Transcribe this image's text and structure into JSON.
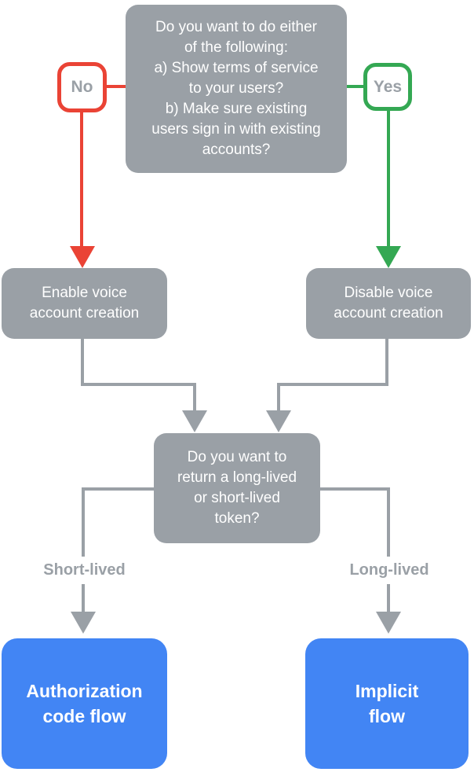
{
  "colors": {
    "gray": "#9AA0A6",
    "red": "#EA4335",
    "green": "#34A853",
    "blue": "#4285F4",
    "labeltext": "#9AA0A6",
    "white": "#FFFFFF"
  },
  "nodes": {
    "question1": "Do you want to do either\nof the following:\na) Show terms of service\nto your users?\nb) Make sure existing\nusers sign in with existing\naccounts?",
    "no": "No",
    "yes": "Yes",
    "enable_voice": "Enable voice\naccount creation",
    "disable_voice": "Disable voice\naccount creation",
    "question2": "Do you want to\nreturn a long-lived\nor short-lived\ntoken?",
    "short_lived": "Short-lived",
    "long_lived": "Long-lived",
    "authorization_code_flow": "Authorization\ncode flow",
    "implicit_flow": "Implicit\nflow"
  }
}
